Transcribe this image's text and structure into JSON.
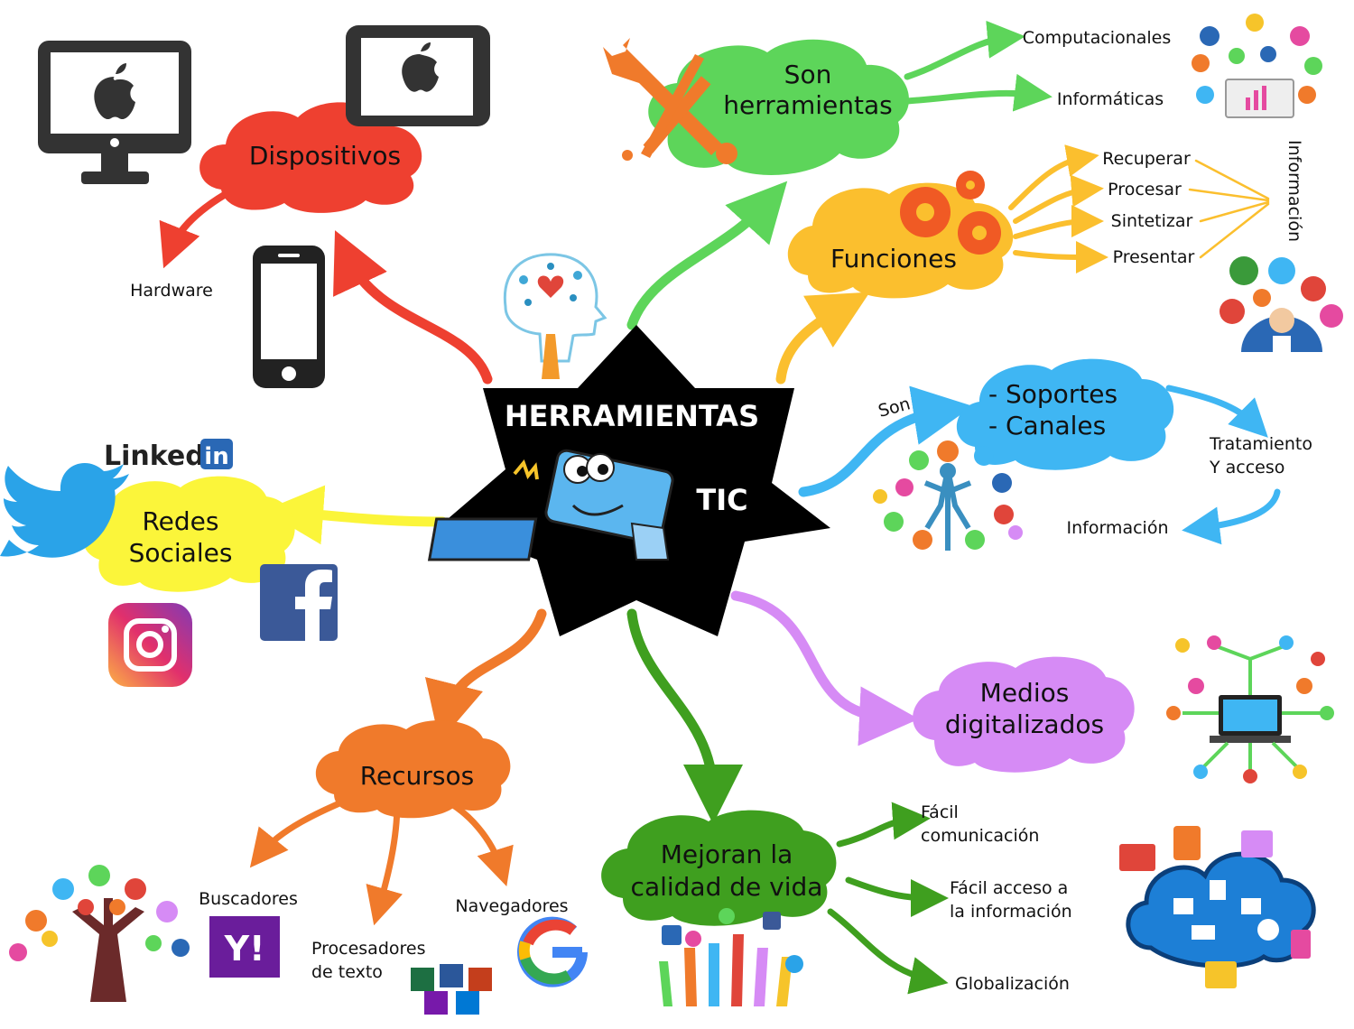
{
  "center": {
    "title": "HERRAMIENTAS",
    "subtitle": "TIC"
  },
  "colors": {
    "dispositivos": "#ee4030",
    "herramientas": "#5dd55a",
    "funciones": "#fbbf2e",
    "soportes": "#3fb6f3",
    "medios": "#d68bf5",
    "mejoran": "#3f9f1f",
    "recursos": "#f07a2b",
    "redes": "#fbf53a"
  },
  "branches": {
    "dispositivos": {
      "label": "Dispositivos",
      "leaf": "Hardware"
    },
    "herramientas": {
      "label_line1": "Son",
      "label_line2": "herramientas",
      "leaves": [
        "Computacionales",
        "Informáticas"
      ]
    },
    "funciones": {
      "label": "Funciones",
      "leaves": [
        "Recuperar",
        "Procesar",
        "Sintetizar",
        "Presentar"
      ],
      "target": "Información"
    },
    "soportes": {
      "label_line1": "-  Soportes",
      "label_line2": "-  Canales",
      "intro": "Son",
      "leaf1_line1": "Tratamiento",
      "leaf1_line2": "Y acceso",
      "leaf2": "Información"
    },
    "redes": {
      "label_line1": "Redes",
      "label_line2": "Sociales",
      "linkedin_text": "Linked",
      "linkedin_badge": "in"
    },
    "medios": {
      "label_line1": "Medios",
      "label_line2": "digitalizados"
    },
    "mejoran": {
      "label_line1": "Mejoran la",
      "label_line2": "calidad de vida",
      "leaves": [
        {
          "line1": "Fácil",
          "line2": "comunicación"
        },
        {
          "line1": "Fácil acceso a",
          "line2": "la información"
        },
        {
          "line1": "Globalización",
          "line2": ""
        }
      ]
    },
    "recursos": {
      "label": "Recursos",
      "leaves": [
        "Buscadores",
        "Procesadores",
        "de texto",
        "Navegadores"
      ]
    }
  },
  "icons": [
    "apple-monitor-icon",
    "apple-tablet-icon",
    "smartphone-icon",
    "wrench-icon",
    "gears-icon",
    "brain-icon",
    "computer-mascot-icon",
    "twitter-icon",
    "facebook-icon",
    "instagram-icon",
    "yahoo-icon",
    "google-icon",
    "cloud-network-icon"
  ]
}
